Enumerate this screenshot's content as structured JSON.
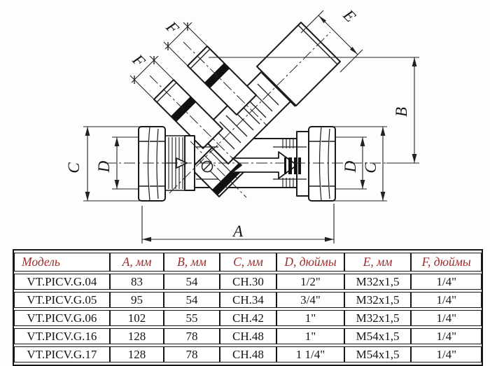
{
  "drawing": {
    "description": "Technical side-view drawing of a threaded Y-pattern PICV balancing valve with union nuts, diagonal cartridge, cap and two test ports",
    "stroke_color": "#1a1a1a",
    "dim_labels": {
      "a": "A",
      "b": "B",
      "c": "C",
      "d": "D",
      "e": "E",
      "f": "F"
    }
  },
  "table": {
    "accent_color": "#9a2c2c",
    "headers": [
      "Модель",
      "A, мм",
      "B, мм",
      "C, мм",
      "D, дюймы",
      "E, мм",
      "F, дюймы"
    ],
    "rows": [
      [
        "VT.PICV.G.04",
        "83",
        "54",
        "CH.30",
        "1/2\"",
        "M32x1,5",
        "1/4\""
      ],
      [
        "VT.PICV.G.05",
        "95",
        "54",
        "CH.34",
        "3/4\"",
        "M32x1,5",
        "1/4\""
      ],
      [
        "VT.PICV.G.06",
        "102",
        "55",
        "CH.42",
        "1\"",
        "M32x1,5",
        "1/4\""
      ],
      [
        "VT.PICV.G.16",
        "128",
        "78",
        "CH.48",
        "1\"",
        "M54x1,5",
        "1/4\""
      ],
      [
        "VT.PICV.G.17",
        "128",
        "78",
        "CH.48",
        "1 1/4\"",
        "M54x1,5",
        "1/4\""
      ]
    ]
  }
}
